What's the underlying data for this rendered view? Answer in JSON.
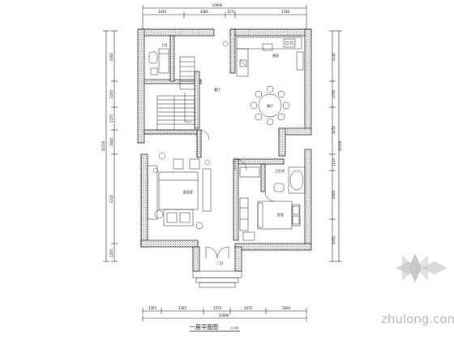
{
  "drawing": {
    "title": "一层平面图",
    "scale": "1:100",
    "top_dims": {
      "overall": "10990",
      "segments": [
        "3450",
        "4485",
        "1275",
        "1780"
      ]
    },
    "bottom_dims": {
      "overall": "10990",
      "segments": [
        "1265",
        "3385",
        "1570",
        "2970",
        "1800"
      ]
    },
    "left_dims": {
      "overall": "16100",
      "segments": [
        "3450",
        "2250",
        "1575",
        "1600",
        "3310",
        "1200"
      ]
    },
    "right_dims": {
      "overall": "16100",
      "segments": [
        "3310",
        "1790",
        "3150",
        "1110",
        "3300",
        "5050"
      ]
    },
    "rooms": {
      "kitchen": "厨房",
      "bath_top": "卫生",
      "living": "客厅",
      "dining": "餐厅",
      "family": "起居室",
      "bathroom": "卫生间",
      "bedroom": "卧室",
      "entry": "门厅"
    }
  },
  "watermark": {
    "text": "zhulong.com",
    "color": "#b9b9b9"
  }
}
